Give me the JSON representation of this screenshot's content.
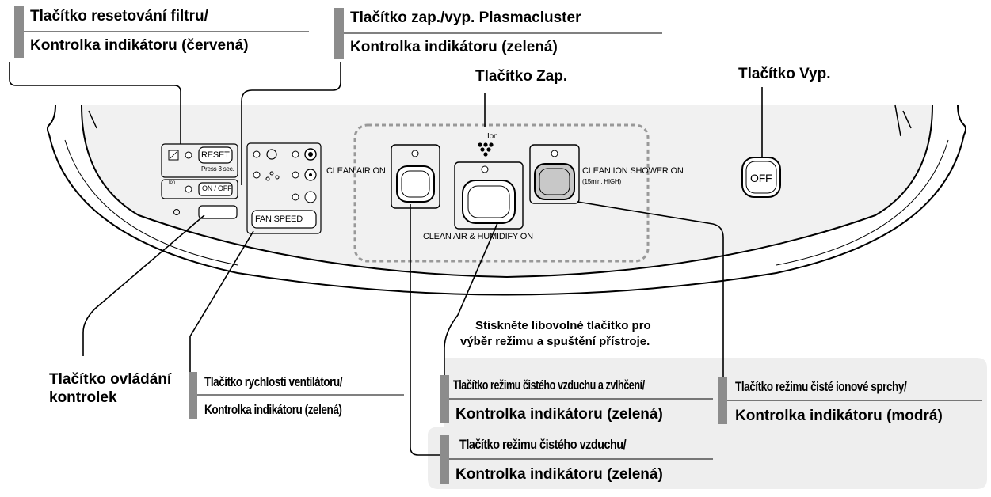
{
  "labels": {
    "filter_reset": "Tlačítko resetování filtru/",
    "filter_indicator": "Kontrolka indikátoru (červená)",
    "plasma_button": "Tlačítko zap./vyp. Plasmacluster",
    "plasma_indicator": "Kontrolka indikátoru (zelená)",
    "on_button": "Tlačítko Zap.",
    "off_button": "Tlačítko Vyp.",
    "instruction_line1": "Stiskněte libovolné tlačítko pro",
    "instruction_line2": "výběr režimu a spuštění přístroje.",
    "light_control_line1": "Tlačítko ovládání",
    "light_control_line2": "kontrolek",
    "fan_speed_button": "Tlačítko rychlosti ventilátoru/",
    "fan_speed_indicator": "Kontrolka indikátoru (zelená)",
    "humidify_button": "Tlačítko režimu čistého vzduchu a zvlhčení/",
    "humidify_indicator": "Kontrolka indikátoru (zelená)",
    "ion_shower_button": "Tlačítko režimu čisté ionové sprchy/",
    "ion_shower_indicator": "Kontrolka indikátoru (modrá)",
    "clean_air_button": "Tlačítko režimu čistého vzduchu/",
    "clean_air_indicator": "Kontrolka indikátoru (zelená)"
  },
  "panel": {
    "reset_key": "RESET",
    "press_note": "Press 3 sec.",
    "onoff_key": "ON / OFF",
    "ion_mark": "Ion",
    "fan_speed_key": "FAN SPEED",
    "clean_air_on": "CLEAN AIR ON",
    "clean_air_humidify_on": "CLEAN AIR & HUMIDIFY ON",
    "clean_ion_shower_on": "CLEAN ION SHOWER ON",
    "shower_note": "(15min. HIGH)",
    "off_key": "OFF"
  },
  "colors": {
    "callout_bar": "#8c8c8c",
    "note_box": "#eeeeee",
    "panel_shadow": "#f1f1f1",
    "ion_button_fill": "#c8c8c8"
  }
}
